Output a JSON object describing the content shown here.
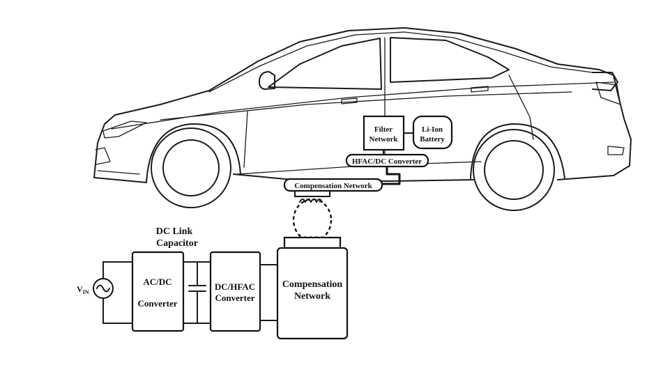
{
  "car": {
    "filter_network": [
      "Filter",
      "Network"
    ],
    "battery": [
      "Li-Ion",
      "Battery"
    ],
    "hfac_dc": "HFAC/DC Converter",
    "compensation_small": "Compensation Network"
  },
  "ground": {
    "dc_link": [
      "DC Link",
      "Capacitor"
    ],
    "vin_main": "V",
    "vin_sub": "IN",
    "acdc": [
      "AC/DC",
      "Converter"
    ],
    "dchfac": [
      "DC/HFAC",
      "Converter"
    ],
    "compensation_big": [
      "Compensation",
      "Network"
    ]
  }
}
